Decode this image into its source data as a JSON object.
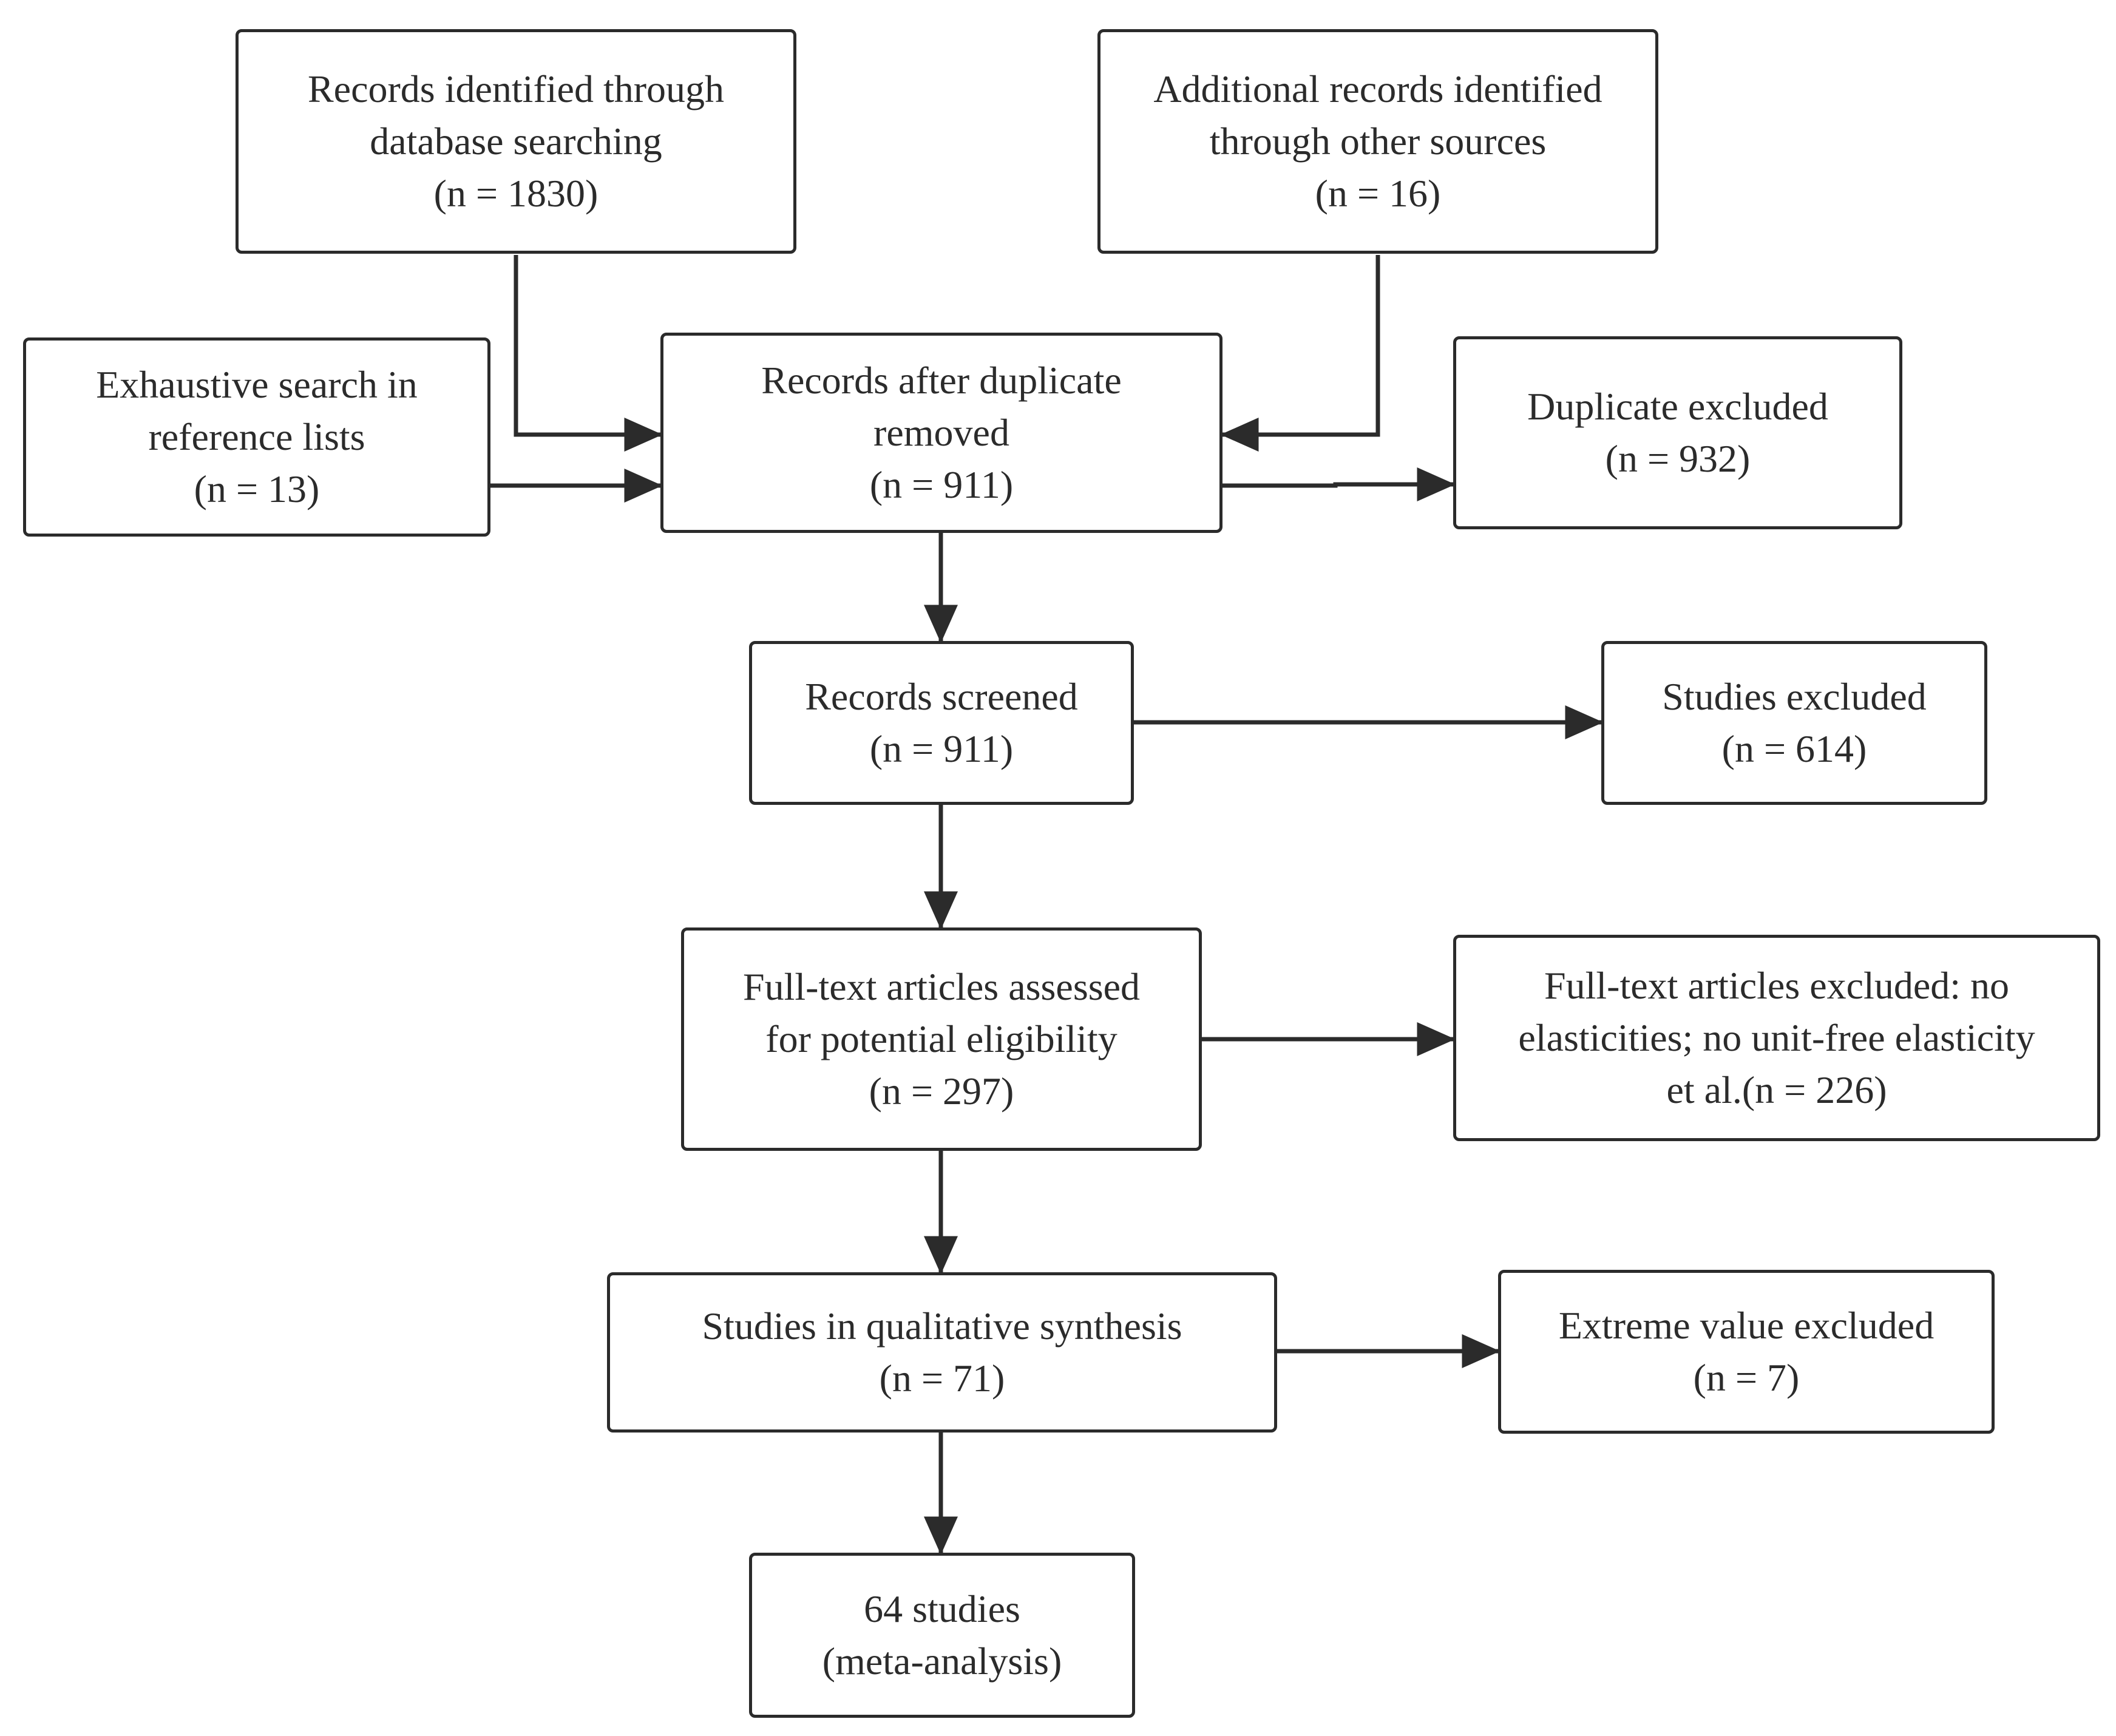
{
  "boxes": {
    "db": {
      "lines": [
        "Records identified  through",
        "database searching",
        "(n = 1830)"
      ]
    },
    "other": {
      "lines": [
        "Additional records identified",
        "through other sources",
        "(n = 16)"
      ]
    },
    "ref": {
      "lines": [
        "Exhaustive search in",
        "reference lists",
        "(n = 13)"
      ]
    },
    "dup": {
      "lines": [
        "Records after duplicate",
        "removed",
        "(n = 911)"
      ]
    },
    "dupex": {
      "lines": [
        "Duplicate excluded",
        "(n = 932)"
      ]
    },
    "screen": {
      "lines": [
        "Records screened",
        "(n = 911)"
      ]
    },
    "studex": {
      "lines": [
        "Studies excluded",
        "(n = 614)"
      ]
    },
    "full": {
      "lines": [
        "Full-text articles assessed",
        "for potential eligibility",
        "(n = 297)"
      ]
    },
    "fullex": {
      "lines": [
        "Full-text articles excluded: no",
        "elasticities; no unit-free elasticity",
        "et al.(n = 226)"
      ]
    },
    "qual": {
      "lines": [
        "Studies in qualitative synthesis",
        "(n = 71)"
      ]
    },
    "extreme": {
      "lines": [
        "Extreme value excluded",
        "(n = 7)"
      ]
    },
    "meta": {
      "lines": [
        "64 studies",
        "(meta-analysis)"
      ]
    }
  },
  "colors": {
    "stroke": "#2b2b2b",
    "background": "#ffffff"
  }
}
